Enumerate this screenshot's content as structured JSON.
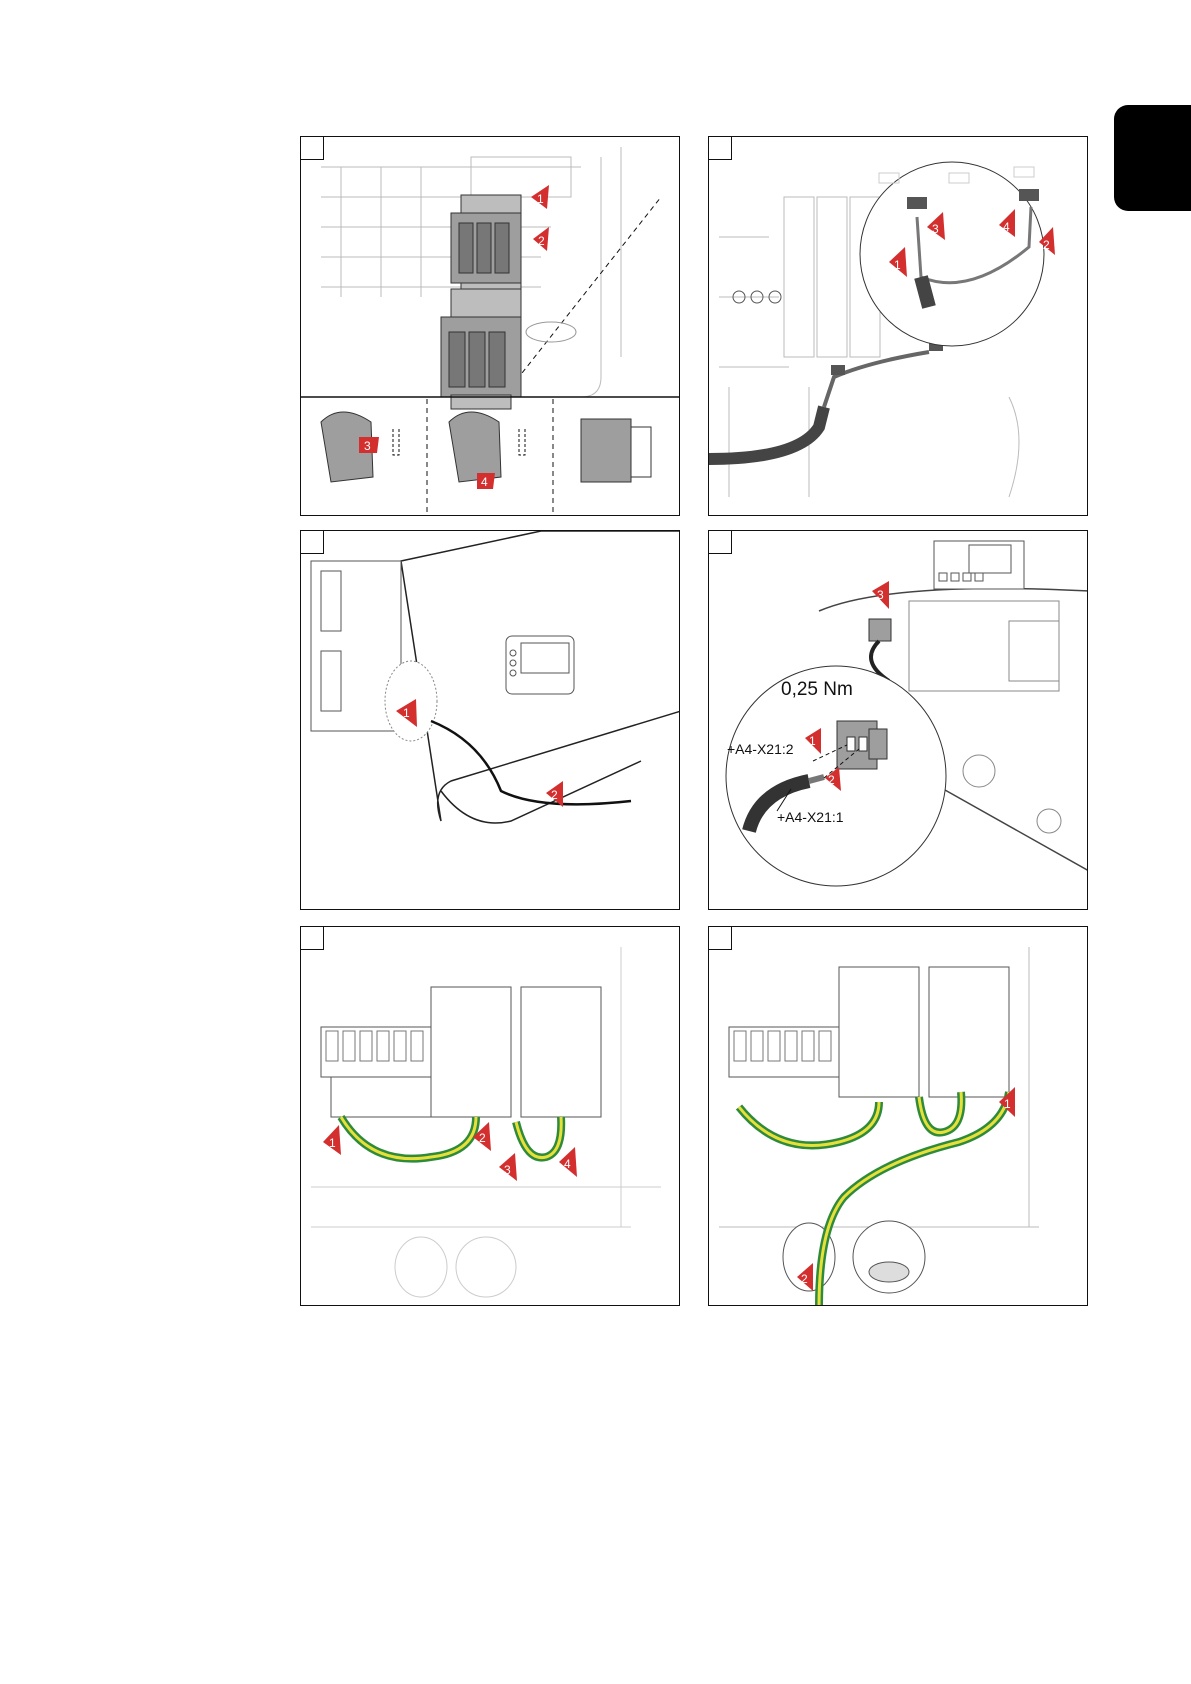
{
  "panels": {
    "p4": {
      "torque_label": "0,25 Nm",
      "terminal_top": "+A4-X21:2",
      "terminal_bottom": "+A4-X21:1"
    }
  },
  "step_numbers": {
    "p1": [
      "1",
      "2"
    ],
    "p1b": [
      "3",
      "4"
    ],
    "p2": [
      "1",
      "2",
      "3",
      "4"
    ],
    "p3": [
      "1",
      "2"
    ],
    "p4": [
      "1",
      "2",
      "3"
    ],
    "p5": [
      "1",
      "2",
      "3",
      "4"
    ],
    "p6": [
      "1",
      "2"
    ]
  },
  "colors": {
    "arrow_red": "#d32f2f",
    "module_grey": "#9e9e9e",
    "wire_green": "#2e8b3a",
    "wire_yellow": "#e8df3a",
    "cable_dark": "#3a3a3a"
  }
}
